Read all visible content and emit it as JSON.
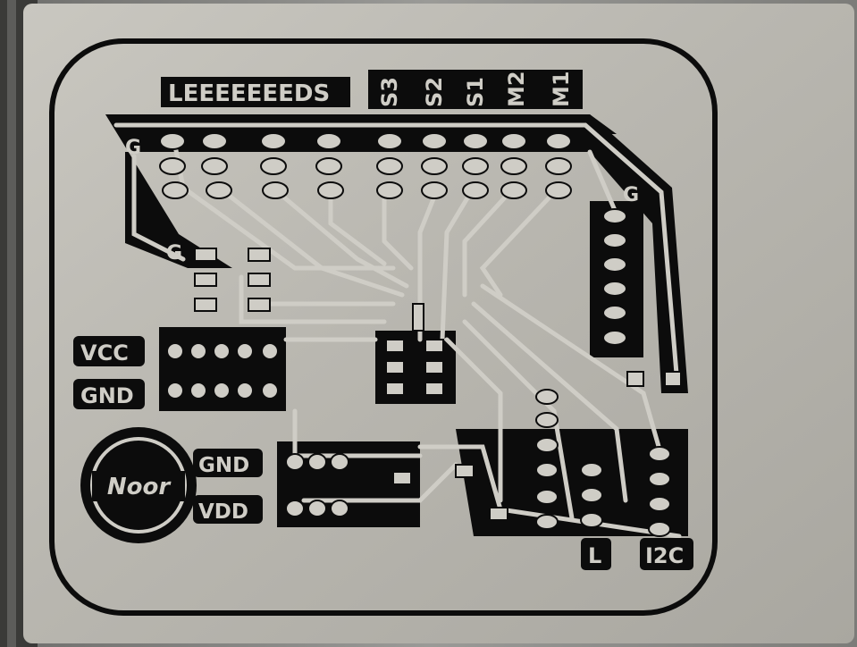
{
  "board": {
    "header_label": "LEEEEEEEDS",
    "column_labels": [
      "S3",
      "S2",
      "S1",
      "M2",
      "M1"
    ],
    "ground_marks": [
      "G",
      "G",
      "G"
    ],
    "power_labels": {
      "vcc": "VCC",
      "gnd": "GND"
    },
    "logo_text": "Noor",
    "supply_labels": {
      "gnd": "GND",
      "vdd": "VDD"
    },
    "corner_labels": {
      "l": "L",
      "i2c": "I2C"
    }
  },
  "colors": {
    "copper": "#cfcdc6",
    "etched": "#0c0c0c",
    "bench": "#8a8a88"
  }
}
